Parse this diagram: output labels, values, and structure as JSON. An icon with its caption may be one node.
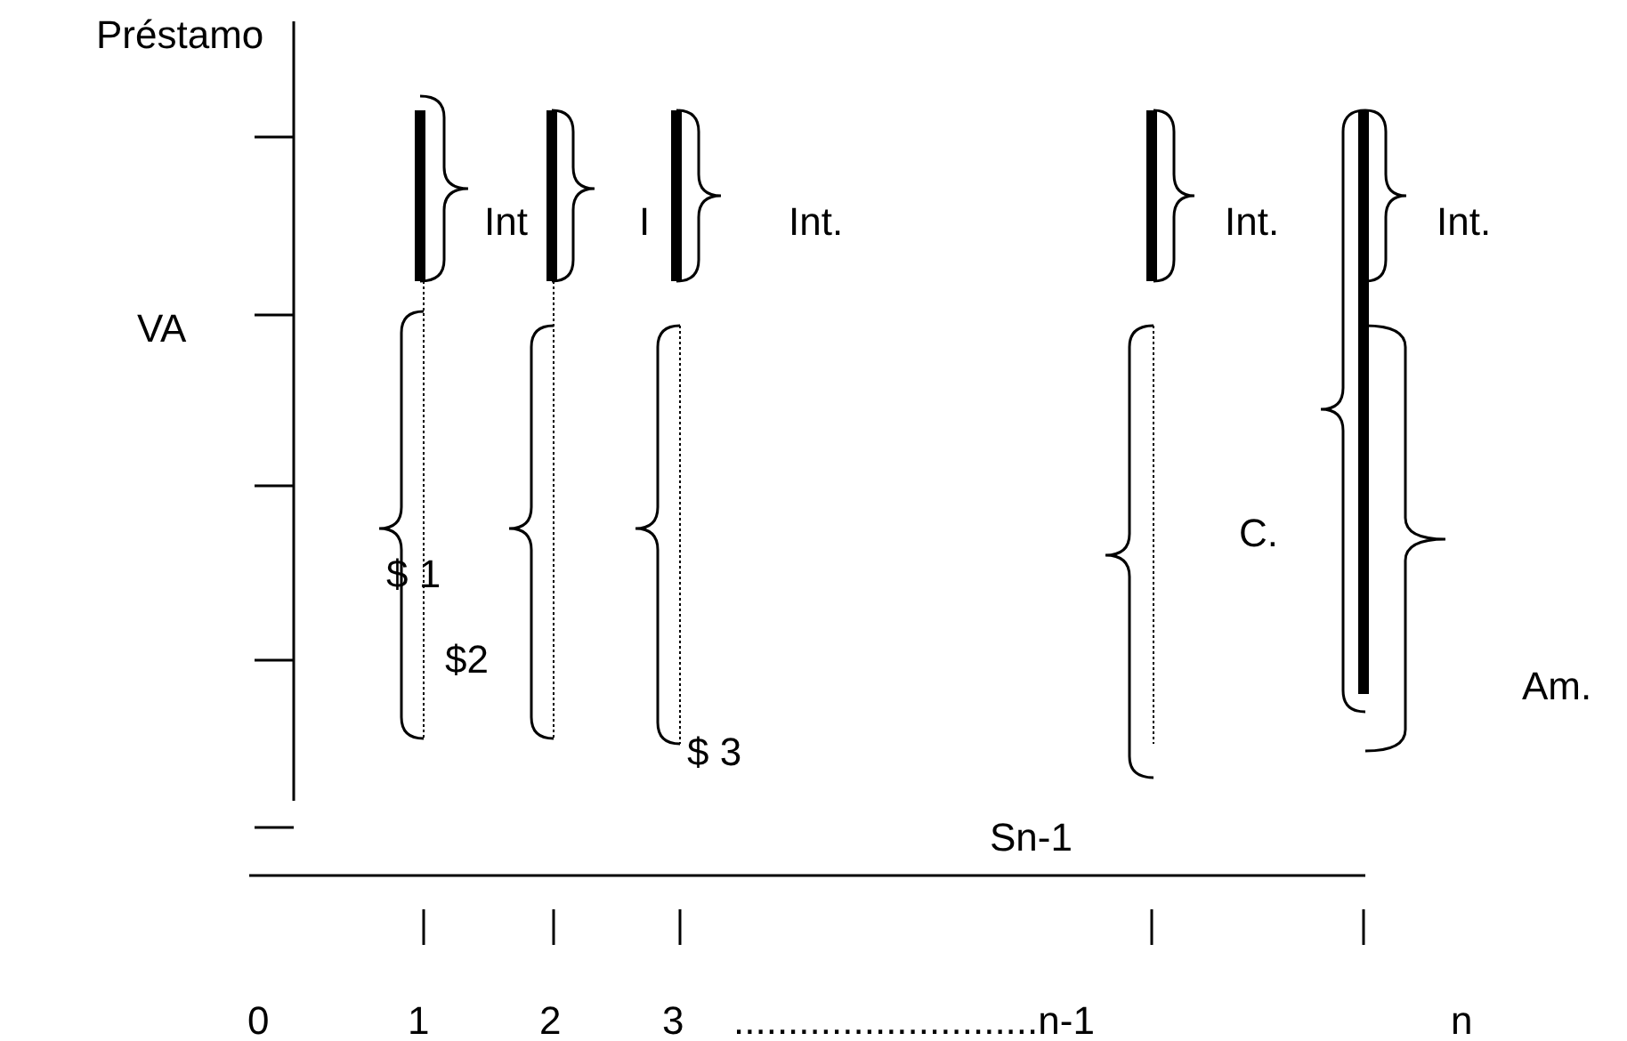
{
  "diagram": {
    "labels": [
      "Préstamo",
      "Int",
      "I",
      "Int.",
      "Int.",
      "Int.",
      "VA",
      "C.",
      "$ 1",
      "$2",
      "Am.",
      "$ 3",
      "Sn-1",
      "0",
      "1",
      "2",
      "3",
      "............................n-1",
      "n"
    ]
  }
}
